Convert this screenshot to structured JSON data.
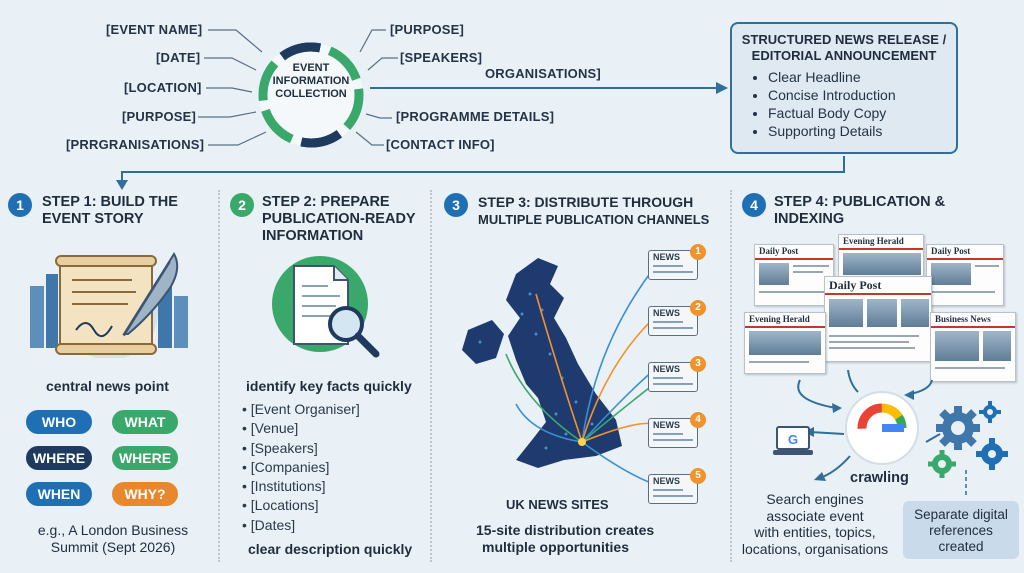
{
  "collection": {
    "hub_title": [
      "EVENT",
      "INFORMATION",
      "COLLECTION"
    ],
    "left_labels": [
      "[EVENT NAME]",
      "[DATE]",
      "[LOCATION]",
      "[PURPOSE]",
      "[PRRGRANISATIONS]"
    ],
    "right_labels": [
      "[PURPOSE]",
      "[SPEAKERS]",
      "ORGANISATIONS]",
      "[PROGRAMME DETAILS]",
      "[CONTACT INFO]"
    ]
  },
  "release": {
    "title_line1": "STRUCTURED NEWS RELEASE /",
    "title_line2": "EDITORIAL ANNOUNCEMENT",
    "items": [
      "Clear Headline",
      "Concise Introduction",
      "Factual Body Copy",
      "Supporting Details"
    ]
  },
  "steps": [
    {
      "num": "1",
      "title": [
        "STEP 1: BUILD THE",
        "EVENT STORY"
      ]
    },
    {
      "num": "2",
      "title": [
        "STEP 2: PREPARE",
        "PUBLICATION-READY",
        "INFORMATION"
      ]
    },
    {
      "num": "3",
      "title": [
        "STEP 3: DISTRIBUTE THROUGH",
        "MULTIPLE PUBLICATION CHANNELS"
      ]
    },
    {
      "num": "4",
      "title": [
        "STEP 4: PUBLICATION &",
        "INDEXING"
      ]
    }
  ],
  "step1": {
    "caption": "central news point",
    "pills": [
      "WHO",
      "WHAT",
      "WHERE",
      "WHERE",
      "WHEN",
      "WHY?"
    ],
    "example": [
      "e.g., A London Business",
      "Summit (Sept 2026)"
    ]
  },
  "step2": {
    "heading": "identify key facts quickly",
    "facts": [
      "[Event Organiser]",
      "[Venue]",
      "[Speakers]",
      "[Companies]",
      "[Institutions]",
      "[Locations]",
      "[Dates]"
    ],
    "footer": "clear description quickly"
  },
  "step3": {
    "news_label": "NEWS",
    "badges": [
      "1",
      "2",
      "3",
      "4",
      "5"
    ],
    "map_label": "UK NEWS SITES",
    "caption": [
      "15-site distribution creates",
      "multiple opportunities"
    ]
  },
  "step4": {
    "papers": [
      "Daily Post",
      "Evening Herald",
      "Daily Post",
      "Daily Post",
      "Evening Herald",
      "Business News"
    ],
    "search_logo": "G",
    "small_logo": "G",
    "crawling": "crawling",
    "description": [
      "Search engines",
      "associate event",
      "with entities, topics,",
      "locations, organisations"
    ],
    "separate": [
      "Separate digital",
      "references",
      "created"
    ]
  },
  "colors": {
    "step_blue": "#1f6fb5",
    "step_green": "#3aa86b",
    "step_orange": "#e8872b",
    "navy": "#1e3a5f",
    "accent_line": "#2f6f9a"
  }
}
